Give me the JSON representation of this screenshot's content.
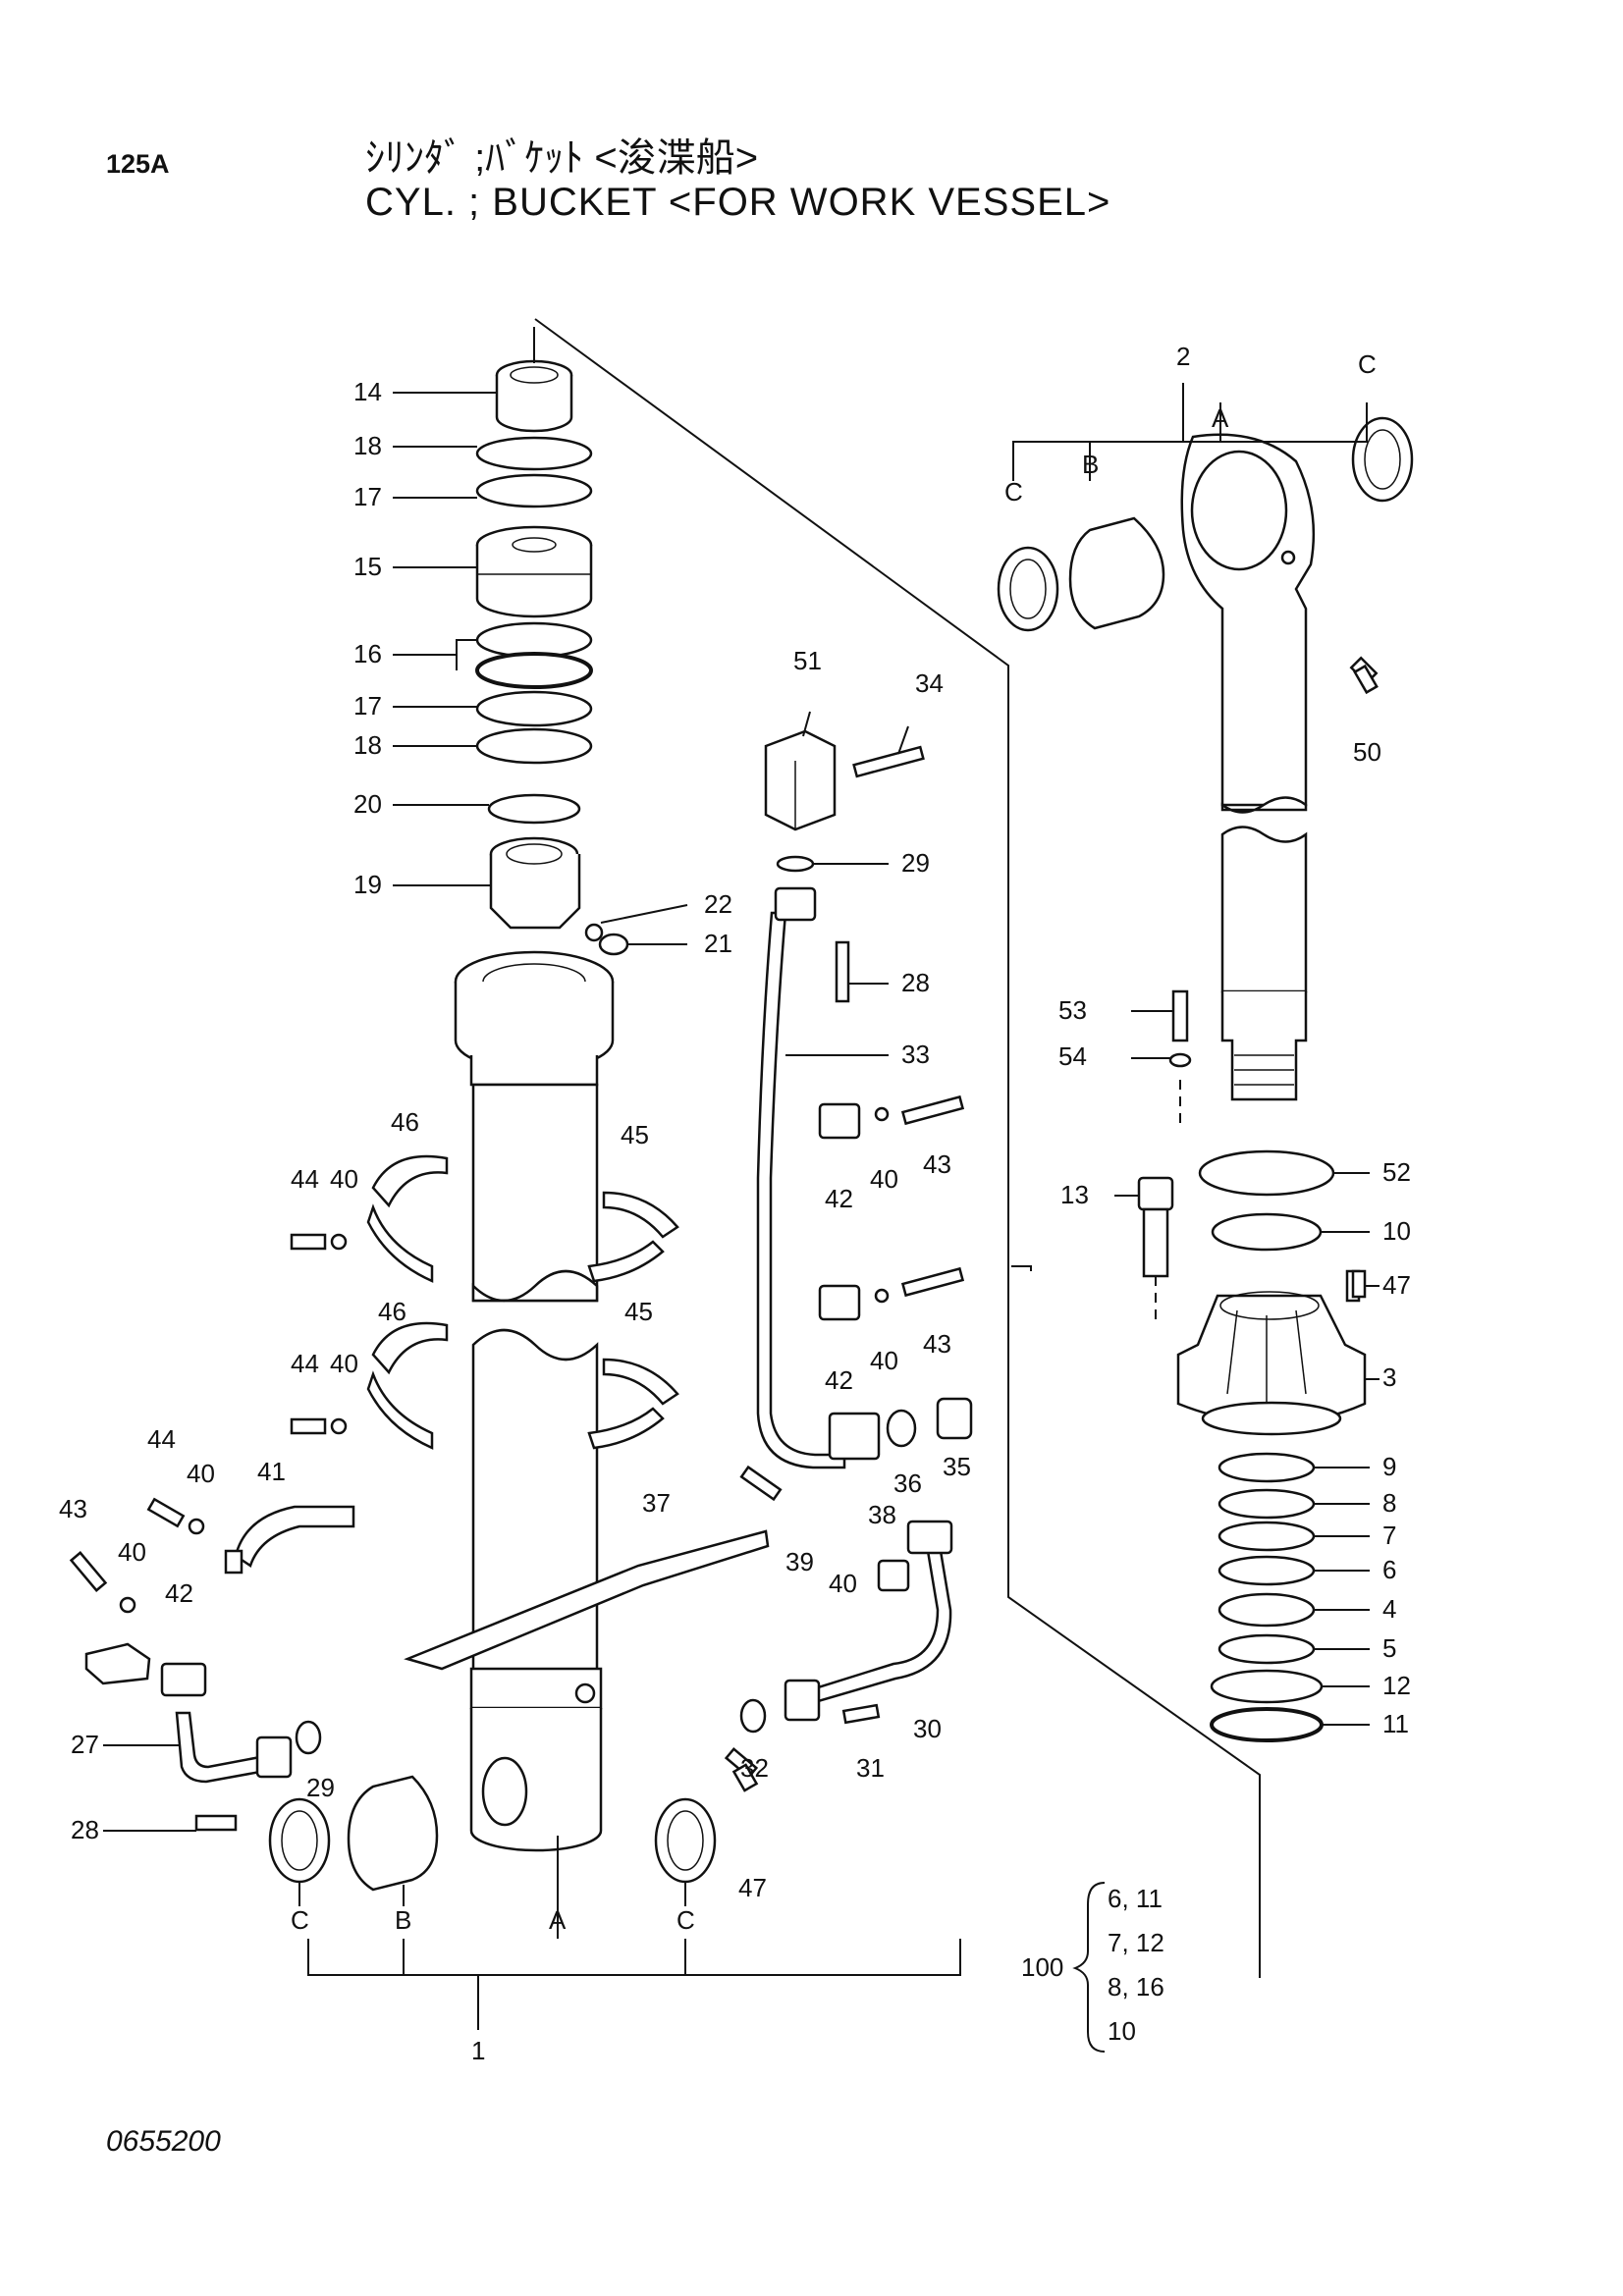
{
  "header": {
    "page_number": "125A",
    "title_jp": "ｼﾘﾝﾀﾞ ;ﾊﾞｹｯﾄ <浚渫船>",
    "title_en": "CYL. ; BUCKET <FOR WORK VESSEL>"
  },
  "footer": {
    "drawing_code": "0655200"
  },
  "callouts": {
    "c1": "1",
    "c2": "2",
    "c3": "3",
    "c4": "4",
    "c5": "5",
    "c6": "6",
    "c7": "7",
    "c8": "8",
    "c9": "9",
    "c10": "10",
    "c11": "11",
    "c12": "12",
    "c13": "13",
    "c14": "14",
    "c15": "15",
    "c16": "16",
    "c17": "17",
    "c18": "18",
    "c19": "19",
    "c20": "20",
    "c21": "21",
    "c22": "22",
    "c27": "27",
    "c28": "28",
    "c29": "29",
    "c30": "30",
    "c31": "31",
    "c32": "32",
    "c33": "33",
    "c34": "34",
    "c35": "35",
    "c36": "36",
    "c37": "37",
    "c38": "38",
    "c39": "39",
    "c40": "40",
    "c41": "41",
    "c42": "42",
    "c43": "43",
    "c44": "44",
    "c45": "45",
    "c46": "46",
    "c47": "47",
    "c50": "50",
    "c51": "51",
    "c52": "52",
    "c53": "53",
    "c54": "54"
  },
  "sub_labels": {
    "a": "A",
    "b": "B",
    "c": "C"
  },
  "kit": {
    "number": "100",
    "items": [
      "6, 11",
      "7, 12",
      "8, 16",
      "10"
    ]
  },
  "icons": [
    "cylinder-tube",
    "piston-rod",
    "cylinder-head",
    "seal-ring",
    "bushing",
    "bolt",
    "pipe",
    "clamp-band",
    "valve-block",
    "grease-nipple"
  ]
}
